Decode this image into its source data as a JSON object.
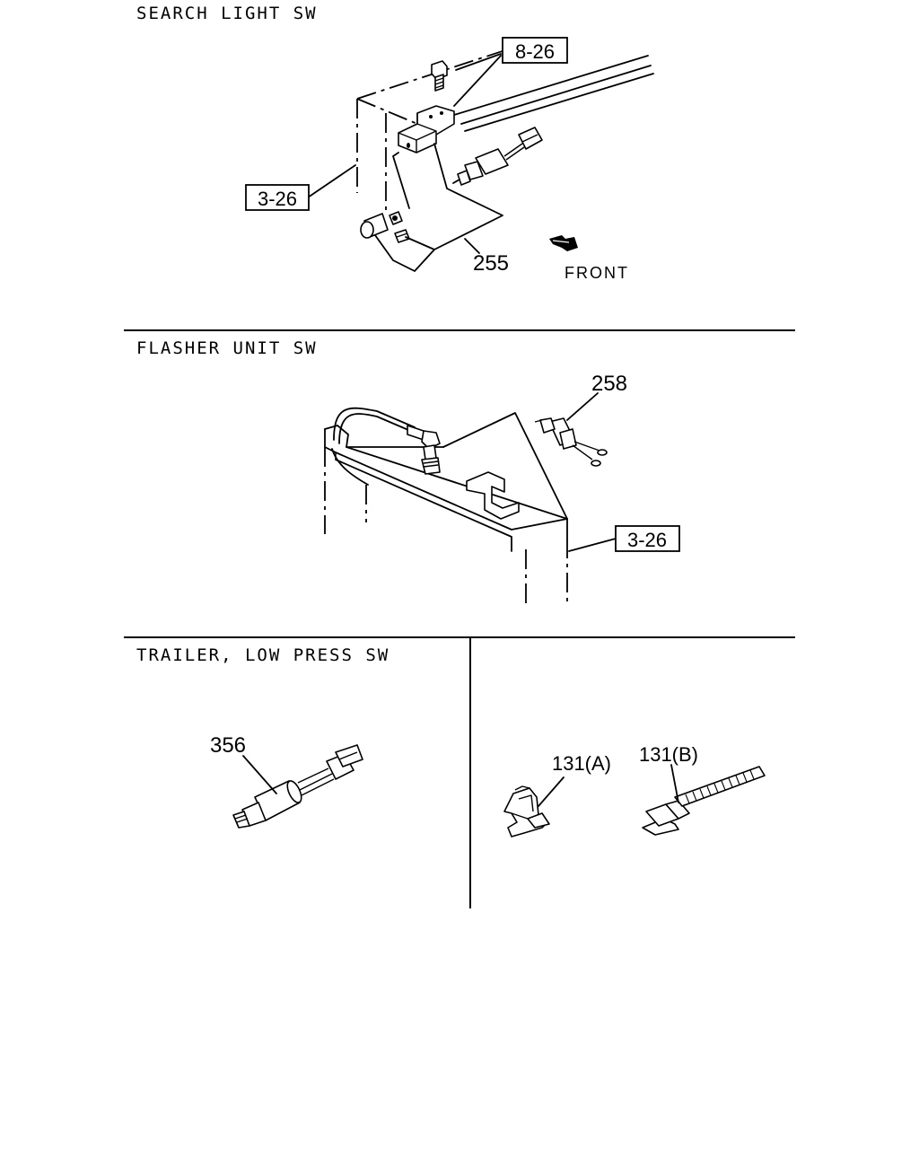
{
  "sections": {
    "search_light": {
      "title": "SEARCH LIGHT SW"
    },
    "flasher_unit": {
      "title": "FLASHER UNIT SW"
    },
    "trailer_low_press": {
      "title": "TRAILER, LOW PRESS SW"
    }
  },
  "refs": {
    "search_light_bracket": "8-26",
    "search_light_frame": "3-26",
    "flasher_frame": "3-26"
  },
  "callouts": {
    "search_light_switch": "255",
    "flasher_switch": "258",
    "trailer_switch": "356",
    "clip_a": "131(A)",
    "tie_b": "131(B)"
  },
  "direction": {
    "label": "FRONT"
  }
}
